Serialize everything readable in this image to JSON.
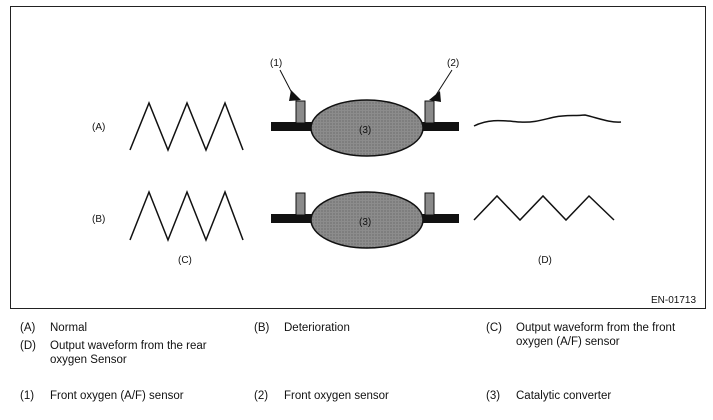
{
  "diagram": {
    "figure_id": "EN-01713",
    "row_labels": [
      "(A)",
      "(B)"
    ],
    "callouts": [
      "(1)",
      "(2)"
    ],
    "converter_label": "(3)",
    "waveform_labels": [
      "(C)",
      "(D)"
    ]
  },
  "legend": {
    "row1": [
      {
        "key": "(A)",
        "text": "Normal"
      },
      {
        "key": "(B)",
        "text": "Deterioration"
      },
      {
        "key": "(C)",
        "text_lines": [
          "Output waveform from the front",
          "oxygen (A/F) sensor"
        ]
      }
    ],
    "row2": [
      {
        "key": "(D)",
        "text_lines": [
          "Output waveform from the rear",
          "oxygen Sensor"
        ]
      }
    ],
    "row3": [
      {
        "key": "(1)",
        "text": "Front oxygen (A/F) sensor"
      },
      {
        "key": "(2)",
        "text": "Front oxygen sensor"
      },
      {
        "key": "(3)",
        "text": "Catalytic converter"
      }
    ]
  },
  "colors": {
    "converter_fill": "#8a8a8a",
    "sensor_fill": "#8a8a8a",
    "line": "#111111"
  }
}
